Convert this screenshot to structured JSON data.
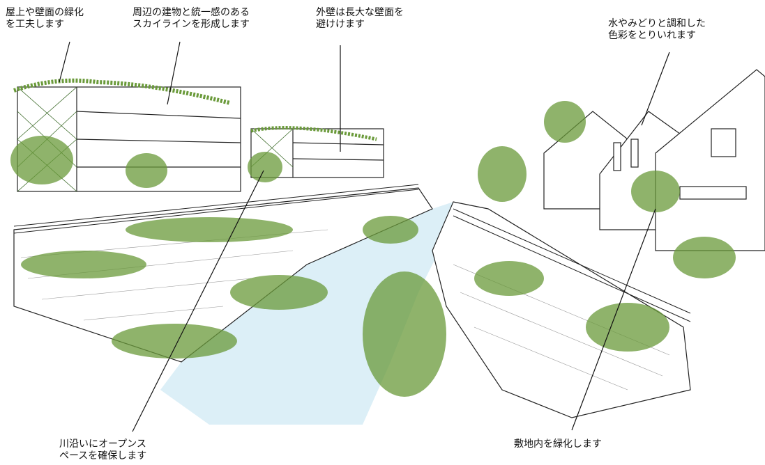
{
  "annotations": {
    "rooftop_greening": "屋上や壁面の緑化\nを工夫します",
    "skyline": "周辺の建物と統一感のある\nスカイラインを形成します",
    "facade": "外壁は長大な壁面を\n避けけます",
    "color_harmony": "水やみどりと調和した\n色彩をとりいれます",
    "open_space": "川沿いにオープンス\nペースを確保します",
    "site_greening": "敷地内を緑化します"
  },
  "colors": {
    "water": "#dceff7",
    "greenery": "#6a9a3a",
    "greenery_dark": "#3d6b2a",
    "line": "#222222"
  }
}
